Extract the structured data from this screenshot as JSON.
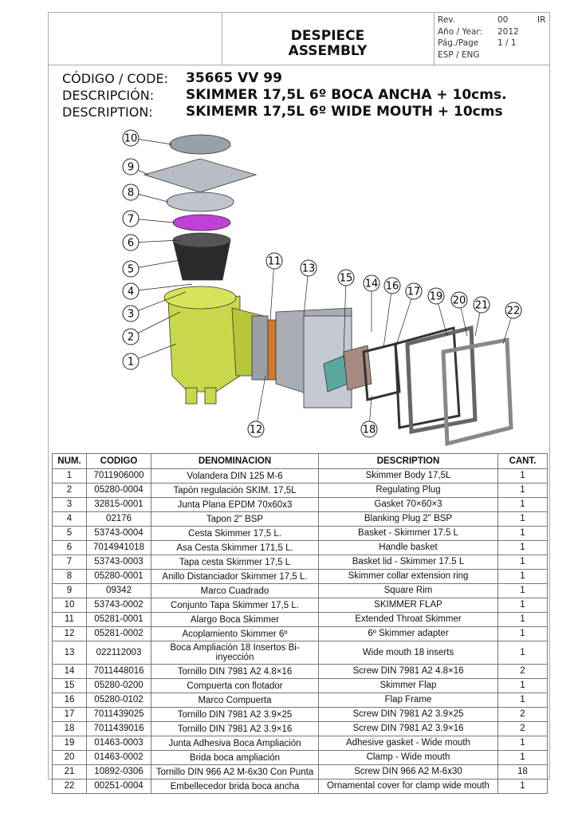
{
  "header": {
    "title_line1": "DESPIECE",
    "title_line2": "ASSEMBLY",
    "rev_label": "Rev.",
    "rev_value": "00",
    "rev_author": "IR",
    "year_label": "Año / Year:",
    "year_value": "2012",
    "page_label": "Pág./Page",
    "page_value": "1 / 1",
    "lang": "ESP / ENG"
  },
  "product": {
    "code_label": "CÓDIGO / CODE:",
    "code": "35665 VV 99",
    "desc_es_label": "DESCRIPCIÓN:",
    "desc_es": "SKIMMER 17,5L 6º BOCA ANCHA + 10cms.",
    "desc_en_label": "DESCRIPTION:",
    "desc_en": "SKIMEMR 17,5L 6º WIDE MOUTH + 10cms"
  },
  "callouts": [
    "1",
    "2",
    "3",
    "4",
    "5",
    "6",
    "7",
    "8",
    "9",
    "10",
    "11",
    "12",
    "13",
    "14",
    "15",
    "16",
    "17",
    "18",
    "19",
    "20",
    "21",
    "22"
  ],
  "colors": {
    "body": "#c8d84a",
    "ring": "#c040d8",
    "gasket": "#d07a30",
    "flap": "#5aa8a0"
  },
  "table": {
    "headers": [
      "NUM.",
      "CODIGO",
      "DENOMINACION",
      "DESCRIPTION",
      "CANT."
    ],
    "rows": [
      [
        "1",
        "7011906000",
        "Volandera DIN 125 M-6",
        "Skimmer Body 17,5L",
        "1"
      ],
      [
        "2",
        "05280-0004",
        "Tapón regulación SKIM. 17,5L",
        "Regulating Plug",
        "1"
      ],
      [
        "3",
        "32815-0001",
        "Junta Plana EPDM 70x60x3",
        "Gasket 70×60×3",
        "1"
      ],
      [
        "4",
        "02176",
        "Tapon 2\" BSP",
        "Blanking Plug 2\" BSP",
        "1"
      ],
      [
        "5",
        "53743-0004",
        "Cesta Skimmer 17,5 L.",
        "Basket - Skimmer 17.5 L",
        "1"
      ],
      [
        "6",
        "7014941018",
        "Asa Cesta Skimmer 171,5 L.",
        "Handle basket",
        "1"
      ],
      [
        "7",
        "53743-0003",
        "Tapa cesta Skimmer 17,5 L",
        "Basket lid - Skimmer 17.5 L",
        "1"
      ],
      [
        "8",
        "05280-0001",
        "Anillo Distanciador Skimmer 17,5 L.",
        "Skimmer collar extension ring",
        "1"
      ],
      [
        "9",
        "09342",
        "Marco Cuadrado",
        "Square Rim",
        "1"
      ],
      [
        "10",
        "53743-0002",
        "Conjunto Tapa Skimmer 17,5 L.",
        "SKIMMER FLAP",
        "1"
      ],
      [
        "11",
        "05281-0001",
        "Alargo Boca Skimmer",
        "Extended Throat Skimmer",
        "1"
      ],
      [
        "12",
        "05281-0002",
        "Acoplamiento Skimmer 6º",
        "6º Skimmer adapter",
        "1"
      ],
      [
        "13",
        "022112003",
        "Boca Ampliación 18 Insertos Bi-inyección",
        "Wide mouth 18 inserts",
        "1"
      ],
      [
        "14",
        "7011448016",
        "Tornillo DIN 7981 A2 4.8×16",
        "Screw DIN 7981 A2 4.8×16",
        "2"
      ],
      [
        "15",
        "05280-0200",
        "Compuerta con flotador",
        "Skimmer Flap",
        "1"
      ],
      [
        "16",
        "05280-0102",
        "Marco Compuerta",
        "Flap Frame",
        "1"
      ],
      [
        "17",
        "7011439025",
        "Tornillo DIN 7981 A2 3.9×25",
        "Screw DIN 7981 A2 3.9×25",
        "2"
      ],
      [
        "18",
        "7011439016",
        "Tornillo DIN 7981 A2 3.9×16",
        "Screw DIN 7981 A2 3.9×16",
        "2"
      ],
      [
        "19",
        "01463-0003",
        "Junta Adhesiva Boca Ampliación",
        "Adhesive gasket - Wide mouth",
        "1"
      ],
      [
        "20",
        "01463-0002",
        "Brida boca ampliación",
        "Clamp - Wide mouth",
        "1"
      ],
      [
        "21",
        "10892-0306",
        "Tornillo DIN 966 A2 M-6x30 Con Punta",
        "Screw  DIN 966 A2 M-6x30",
        "18"
      ],
      [
        "22",
        "00251-0004",
        "Embellecedor brida boca ancha",
        "Ornamental cover for clamp wide mouth",
        "1"
      ]
    ]
  }
}
